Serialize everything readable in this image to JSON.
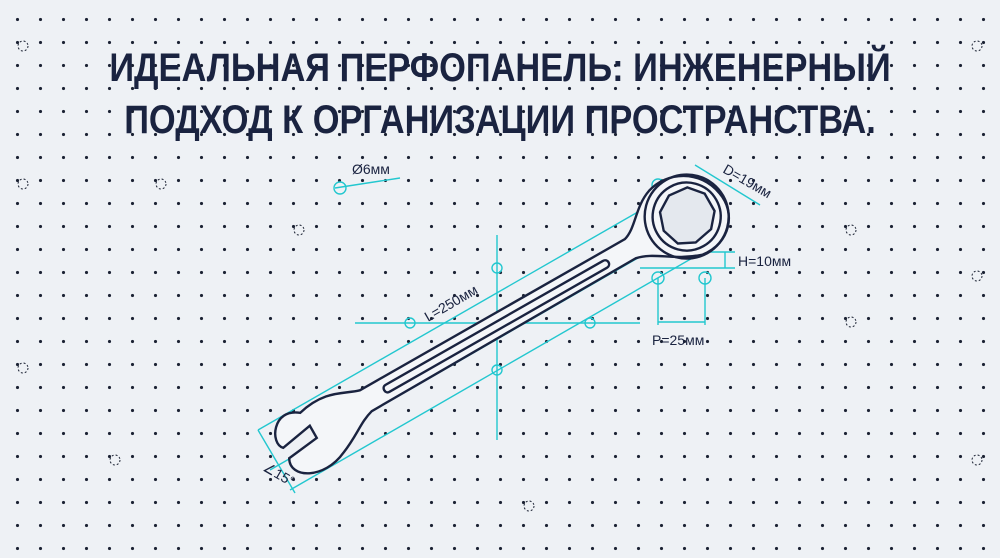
{
  "title": {
    "line1": "ИДЕАЛЬНАЯ ПЕРФОПАНЕЛЬ: ИНЖЕНЕРНЫЙ",
    "line2": "ПОДХОД К ОРГАНИЗАЦИИ ПРОСТРАНСТВА."
  },
  "annotations": {
    "hole_diameter": "Ø6мм",
    "box_diameter": "D=19мм",
    "height": "H=10мм",
    "pitch": "P=25мм",
    "length": "L=250мм",
    "angle": "∠15°"
  },
  "colors": {
    "accent": "#22c7cf",
    "ink": "#1a2340",
    "background": "#eef1f5"
  }
}
